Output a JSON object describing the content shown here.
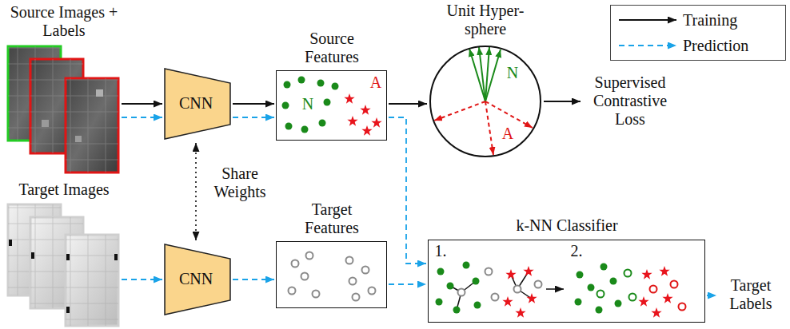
{
  "diagram": {
    "nodes": [
      {
        "text": [
          "Source Images + Labels"
        ]
      },
      {
        "text": [
          "CNN"
        ]
      },
      {
        "text": [
          "Source Features",
          "N",
          "A"
        ]
      },
      {
        "text": [
          "Unit Hyper- sphere",
          "N",
          "A"
        ]
      },
      {
        "text": [
          "Supervised Contrastive Loss"
        ]
      },
      {
        "text": [
          "Target Images"
        ]
      },
      {
        "text": [
          "CNN"
        ]
      },
      {
        "text": [
          "Target Features"
        ]
      },
      {
        "text": [
          "k-NN Classifier",
          "1.",
          "2."
        ]
      },
      {
        "text": [
          "Target Labels"
        ]
      }
    ],
    "edges": [
      {
        "from": 0,
        "to": 1,
        "arrow": "to"
      },
      {
        "from": 0,
        "to": 1,
        "arrow": "to"
      },
      {
        "from": 1,
        "to": 2,
        "arrow": "to"
      },
      {
        "from": 1,
        "to": 2,
        "arrow": "to"
      },
      {
        "from": 2,
        "to": 3,
        "arrow": "to"
      },
      {
        "from": 3,
        "to": 4,
        "arrow": "to"
      },
      {
        "from": 1,
        "to": 6,
        "arrow": "both",
        "label": "Share Weights"
      },
      {
        "from": 5,
        "to": 6,
        "arrow": "to"
      },
      {
        "from": 6,
        "to": 7,
        "arrow": "to"
      },
      {
        "from": 2,
        "to": 8,
        "arrow": "to"
      },
      {
        "from": 7,
        "to": 8,
        "arrow": "to"
      },
      {
        "from": 8,
        "to": 9,
        "arrow": "to"
      }
    ],
    "legend": [
      {
        "text": "Training"
      },
      {
        "text": "Prediction"
      }
    ]
  }
}
